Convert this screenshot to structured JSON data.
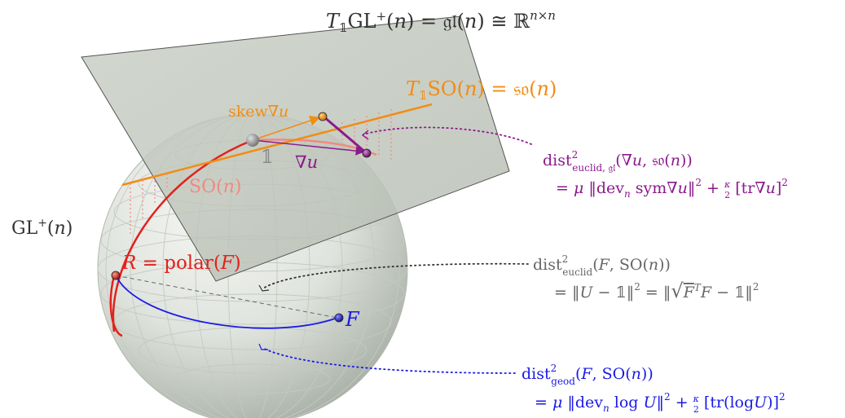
{
  "labels": {
    "tangent_gl": {
      "a": "T",
      "b": "𝟙",
      "c": "GL",
      "d": "+",
      "e": "(",
      "f": "n",
      "g": ") = 𝔤𝔩(",
      "h": "n",
      "i": ") ≅ ℝ",
      "j": "n×n"
    },
    "tangent_so": {
      "a": "T",
      "b": "𝟙",
      "c": "SO(",
      "d": "n",
      "e": ") = 𝔰𝔬(",
      "f": "n",
      "g": ")"
    },
    "skew_grad": {
      "a": "skew∇",
      "b": "u"
    },
    "identity": "𝟙",
    "grad_u": {
      "a": "∇",
      "b": "u"
    },
    "so_n": {
      "a": "SO(",
      "b": "n",
      "c": ")"
    },
    "gl_plus": {
      "a": "GL",
      "b": "+",
      "c": "(",
      "d": "n",
      "e": ")"
    },
    "polar": {
      "a": "R",
      "b": " = polar(",
      "c": "F",
      "d": ")"
    },
    "point_f": "F"
  },
  "formulas": {
    "euclid_gl": {
      "line1": {
        "a": "dist",
        "b": "2",
        "c": "euclid, 𝔤𝔩",
        "d": "(∇",
        "e": "u",
        "f": ", 𝔰𝔬(",
        "g": "n",
        "h": "))"
      },
      "line2": {
        "a": "= ",
        "b": "μ",
        "c": " ‖dev",
        "d": "n",
        "e": " sym∇",
        "f": "u",
        "g": "‖",
        "h": "2",
        "i": " + ",
        "j": "κ",
        "k": "2",
        "l": " [tr∇",
        "m": "u",
        "n": "]",
        "o": "2"
      }
    },
    "euclid_so": {
      "line1": {
        "a": "dist",
        "b": "2",
        "c": "euclid",
        "d": "(",
        "e": "F",
        "f": ", SO(",
        "g": "n",
        "h": "))"
      },
      "line2": {
        "a": "= ‖",
        "b": "U",
        "c": " − 𝟙‖",
        "d": "2",
        "e": " = ‖",
        "f": "F",
        "g": "T",
        "h": "F",
        "i": " − 𝟙‖",
        "j": "2"
      }
    },
    "geod": {
      "line1": {
        "a": "dist",
        "b": "2",
        "c": "geod",
        "d": "(",
        "e": "F",
        "f": ", SO(",
        "g": "n",
        "h": "))"
      },
      "line2": {
        "a": "= ",
        "b": "μ",
        "c": " ‖dev",
        "d": "n",
        "e": " log ",
        "f": "U",
        "g": "‖",
        "h": "2",
        "i": " + ",
        "j": "κ",
        "k": "2",
        "l": " [tr(log",
        "m": "U",
        "n": ")]",
        "o": "2"
      }
    }
  },
  "colors": {
    "orange": "#f28c14",
    "salmon": "#f08a80",
    "red": "#e3211c",
    "purple": "#8b1a8b",
    "blue": "#1a1ae6",
    "gray": "#666666",
    "dark": "#333333"
  }
}
